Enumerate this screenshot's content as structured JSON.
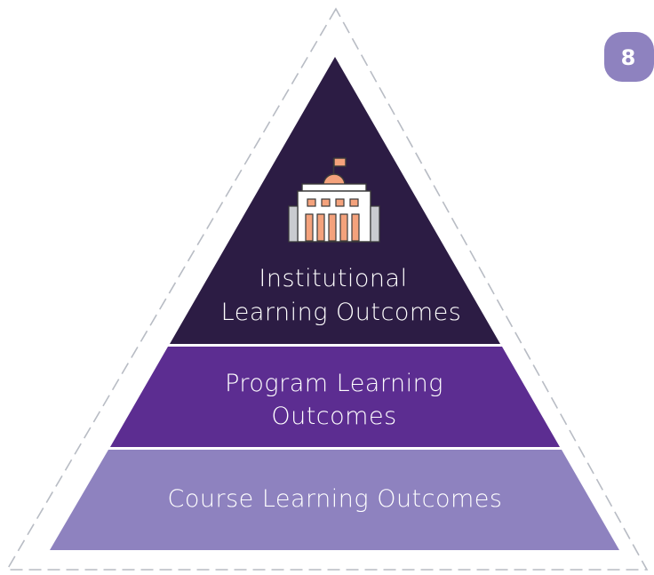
{
  "badge": {
    "number": "8",
    "color": "#8e82bf"
  },
  "pyramid": {
    "outline_color": "#b8bcc4",
    "tiers": [
      {
        "id": "institutional",
        "lines": [
          "Institutional",
          "Learning Outcomes"
        ],
        "color": "#2c1c44",
        "icon": "institution-building-icon"
      },
      {
        "id": "program",
        "lines": [
          "Program Learning",
          "Outcomes"
        ],
        "color": "#5c2d91"
      },
      {
        "id": "course",
        "lines": [
          "Course Learning Outcomes"
        ],
        "color": "#8e82bf"
      }
    ]
  }
}
